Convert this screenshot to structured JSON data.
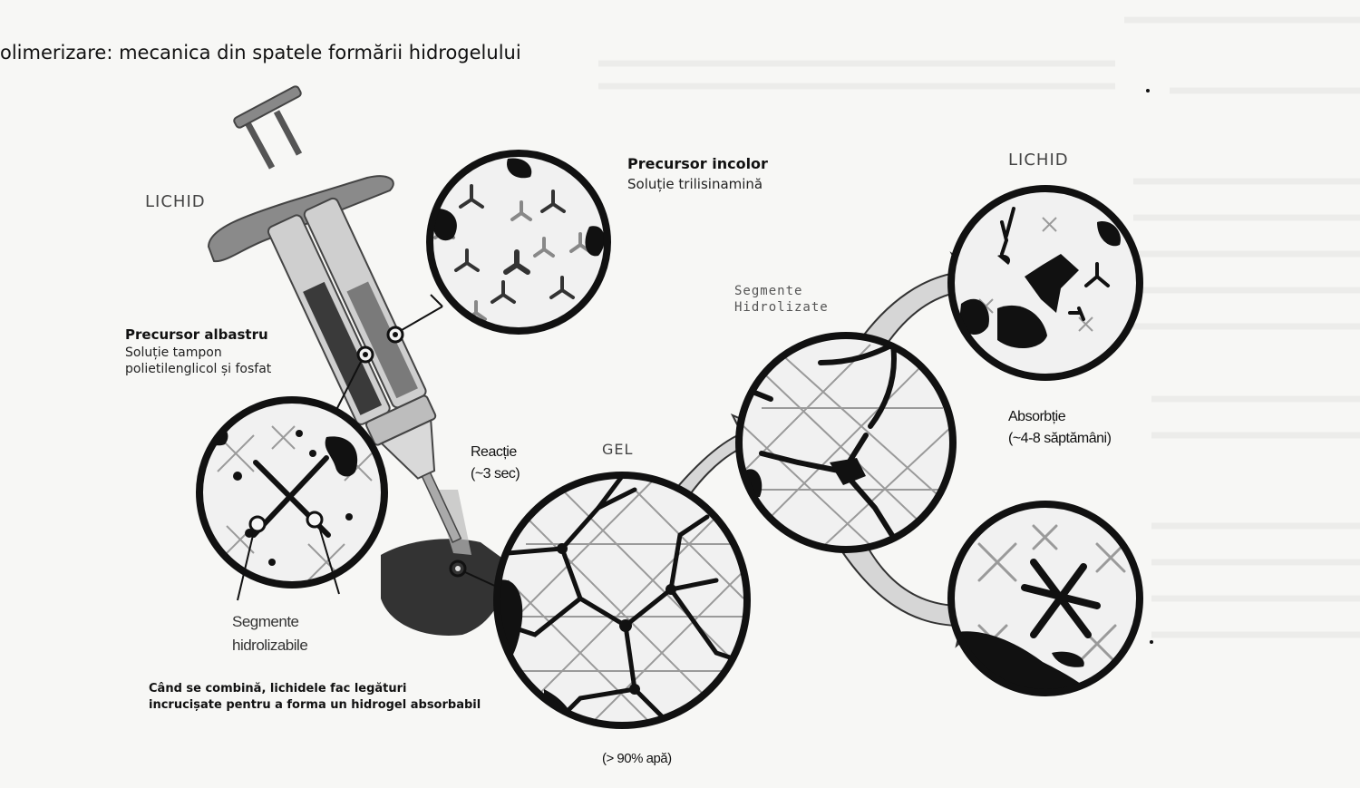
{
  "title": "olimerizare: mecanica din spatele formării hidrogelului",
  "labels": {
    "lichid_left": "LICHID",
    "lichid_right": "LICHID",
    "gel": "GEL",
    "precursor_incolor": "Precursor incolor",
    "precursor_incolor_sub": "Soluție trilisinamină",
    "precursor_albastru": "Precursor albastru",
    "precursor_albastru_sub1": "Soluție tampon",
    "precursor_albastru_sub2": "polietilenglicol și fosfat",
    "reactie": "Reacție",
    "reactie_time": "(~3 sec)",
    "segmente_hidrolizate_1": "Segmente",
    "segmente_hidrolizate_2": "Hidrolizate",
    "segmente_hidrolizabile_1": "Segmente",
    "segmente_hidrolizabile_2": "hidrolizabile",
    "absorbtie": "Absorbție",
    "absorbtie_time": "(~4-8 săptămâni)",
    "combine_1": "Când se combină, lichidele fac legături",
    "combine_2": "incrucișate pentru a forma un hidrogel absorbabil",
    "water": "(> 90% apă)"
  },
  "colors": {
    "ink": "#111111",
    "circle_fill": "#f1f1f1",
    "arrow_fill": "#d6d6d6",
    "puddle": "#333333",
    "network_light": "#9a9a9a"
  }
}
